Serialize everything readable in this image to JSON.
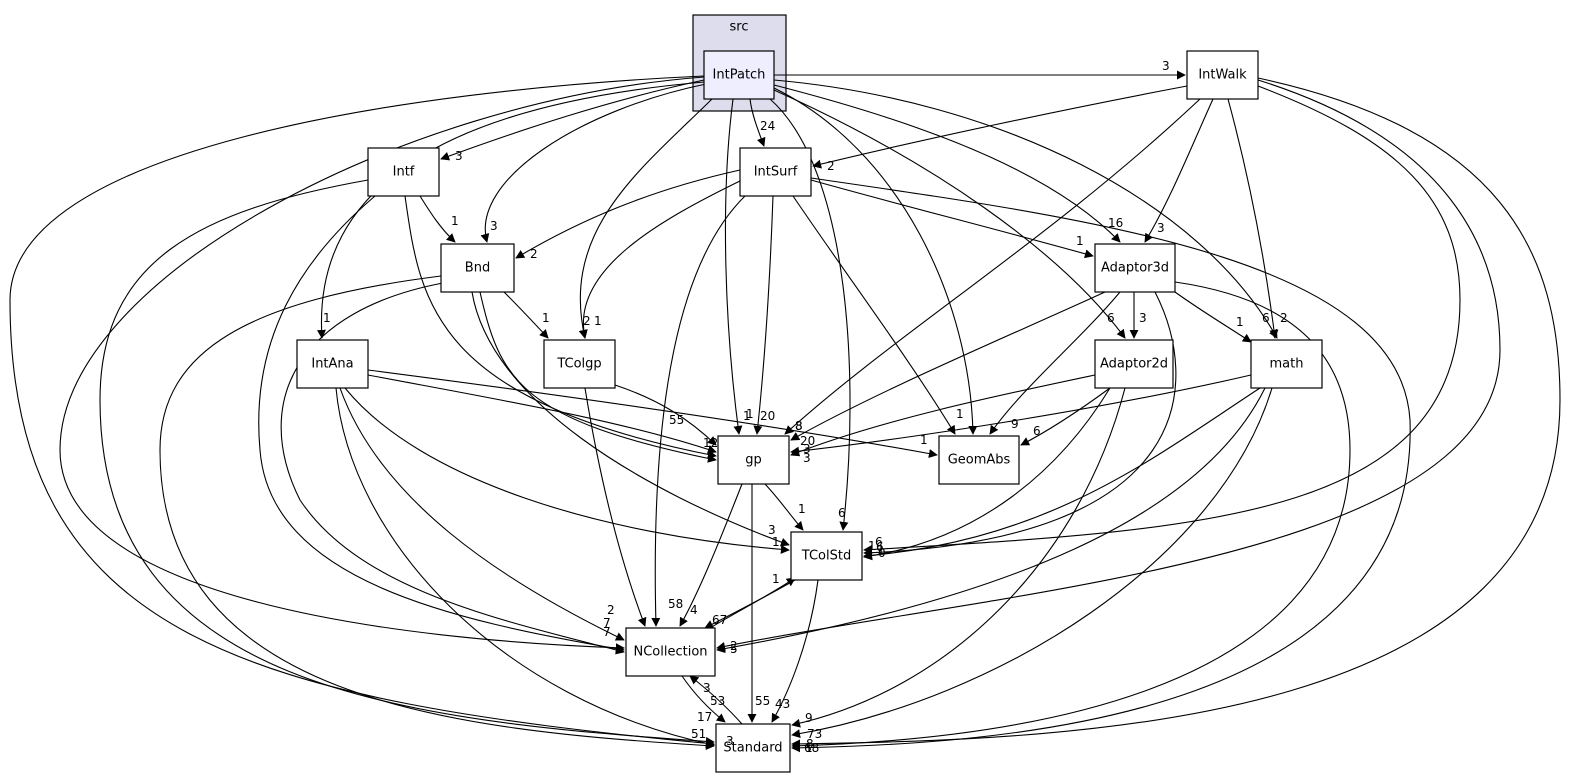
{
  "diagram": {
    "cluster": {
      "label": "src"
    },
    "nodes": [
      {
        "id": "IntPatch",
        "label": "IntPatch",
        "focus": true
      },
      {
        "id": "IntWalk",
        "label": "IntWalk"
      },
      {
        "id": "Intf",
        "label": "Intf"
      },
      {
        "id": "IntSurf",
        "label": "IntSurf"
      },
      {
        "id": "Bnd",
        "label": "Bnd"
      },
      {
        "id": "Adaptor3d",
        "label": "Adaptor3d"
      },
      {
        "id": "IntAna",
        "label": "IntAna"
      },
      {
        "id": "TColgp",
        "label": "TColgp"
      },
      {
        "id": "Adaptor2d",
        "label": "Adaptor2d"
      },
      {
        "id": "math",
        "label": "math"
      },
      {
        "id": "gp",
        "label": "gp"
      },
      {
        "id": "GeomAbs",
        "label": "GeomAbs"
      },
      {
        "id": "TColStd",
        "label": "TColStd"
      },
      {
        "id": "NCollection",
        "label": "NCollection"
      },
      {
        "id": "Standard",
        "label": "Standard"
      }
    ],
    "edges": [
      {
        "from": "IntPatch",
        "to": "IntWalk",
        "label": "3"
      },
      {
        "from": "IntPatch",
        "to": "Intf",
        "label": "3"
      },
      {
        "from": "IntPatch",
        "to": "IntSurf",
        "label": "24"
      },
      {
        "from": "IntPatch",
        "to": "Bnd",
        "label": "3"
      },
      {
        "from": "IntPatch",
        "to": "IntAna",
        "label": "1"
      },
      {
        "from": "IntPatch",
        "to": "TColgp",
        "label": "2"
      },
      {
        "from": "IntPatch",
        "to": "gp",
        "label": "1"
      },
      {
        "from": "IntPatch",
        "to": "GeomAbs",
        "label": ""
      },
      {
        "from": "IntPatch",
        "to": "TColStd",
        "label": "6"
      },
      {
        "from": "IntPatch",
        "to": "Adaptor3d",
        "label": "16"
      },
      {
        "from": "IntPatch",
        "to": "Adaptor2d",
        "label": "6"
      },
      {
        "from": "IntPatch",
        "to": "math",
        "label": "6"
      },
      {
        "from": "IntPatch",
        "to": "NCollection",
        "label": ""
      },
      {
        "from": "IntPatch",
        "to": "Standard",
        "label": ""
      },
      {
        "from": "IntWalk",
        "to": "IntSurf",
        "label": "2"
      },
      {
        "from": "IntWalk",
        "to": "Adaptor3d",
        "label": "3"
      },
      {
        "from": "IntWalk",
        "to": "math",
        "label": "2"
      },
      {
        "from": "IntWalk",
        "to": "gp",
        "label": "8"
      },
      {
        "from": "IntWalk",
        "to": "TColStd",
        "label": ""
      },
      {
        "from": "IntWalk",
        "to": "NCollection",
        "label": ""
      },
      {
        "from": "IntWalk",
        "to": "Standard",
        "label": ""
      },
      {
        "from": "Intf",
        "to": "Bnd",
        "label": "1"
      },
      {
        "from": "Intf",
        "to": "gp",
        "label": ""
      },
      {
        "from": "Intf",
        "to": "NCollection",
        "label": ""
      },
      {
        "from": "Intf",
        "to": "Standard",
        "label": ""
      },
      {
        "from": "IntSurf",
        "to": "Bnd",
        "label": "2"
      },
      {
        "from": "IntSurf",
        "to": "Adaptor3d",
        "label": "1"
      },
      {
        "from": "IntSurf",
        "to": "TColgp",
        "label": "1"
      },
      {
        "from": "IntSurf",
        "to": "gp",
        "label": "20"
      },
      {
        "from": "IntSurf",
        "to": "GeomAbs",
        "label": "1"
      },
      {
        "from": "IntSurf",
        "to": "NCollection",
        "label": "58"
      },
      {
        "from": "IntSurf",
        "to": "Standard",
        "label": ""
      },
      {
        "from": "Bnd",
        "to": "TColgp",
        "label": "1"
      },
      {
        "from": "Bnd",
        "to": "gp",
        "label": ""
      },
      {
        "from": "Bnd",
        "to": "TColStd",
        "label": ""
      },
      {
        "from": "Bnd",
        "to": "NCollection",
        "label": ""
      },
      {
        "from": "Bnd",
        "to": "Standard",
        "label": ""
      },
      {
        "from": "Adaptor3d",
        "to": "Adaptor2d",
        "label": "3"
      },
      {
        "from": "Adaptor3d",
        "to": "math",
        "label": "1"
      },
      {
        "from": "Adaptor3d",
        "to": "gp",
        "label": "20"
      },
      {
        "from": "Adaptor3d",
        "to": "GeomAbs",
        "label": "9"
      },
      {
        "from": "Adaptor3d",
        "to": "TColStd",
        "label": ""
      },
      {
        "from": "Adaptor3d",
        "to": "Standard",
        "label": ""
      },
      {
        "from": "IntAna",
        "to": "gp",
        "label": ""
      },
      {
        "from": "IntAna",
        "to": "GeomAbs",
        "label": ""
      },
      {
        "from": "IntAna",
        "to": "TColStd",
        "label": "3"
      },
      {
        "from": "IntAna",
        "to": "NCollection",
        "label": "2"
      },
      {
        "from": "IntAna",
        "to": "Standard",
        "label": ""
      },
      {
        "from": "TColgp",
        "to": "gp",
        "label": "55"
      },
      {
        "from": "TColgp",
        "to": "NCollection",
        "label": ""
      },
      {
        "from": "Adaptor2d",
        "to": "gp",
        "label": ""
      },
      {
        "from": "Adaptor2d",
        "to": "GeomAbs",
        "label": "6"
      },
      {
        "from": "Adaptor2d",
        "to": "TColStd",
        "label": ""
      },
      {
        "from": "Adaptor2d",
        "to": "Standard",
        "label": "9"
      },
      {
        "from": "math",
        "to": "gp",
        "label": ""
      },
      {
        "from": "math",
        "to": "TColStd",
        "label": ""
      },
      {
        "from": "math",
        "to": "NCollection",
        "label": ""
      },
      {
        "from": "math",
        "to": "Standard",
        "label": "73"
      },
      {
        "from": "gp",
        "to": "TColStd",
        "label": "1"
      },
      {
        "from": "gp",
        "to": "NCollection",
        "label": "4"
      },
      {
        "from": "gp",
        "to": "Standard",
        "label": "55"
      },
      {
        "from": "TColStd",
        "to": "NCollection",
        "label": "67"
      },
      {
        "from": "TColStd",
        "to": "Standard",
        "label": "43"
      },
      {
        "from": "NCollection",
        "to": "TColStd",
        "label": "1"
      },
      {
        "from": "NCollection",
        "to": "Standard",
        "label": "3"
      },
      {
        "from": "Standard",
        "to": "NCollection",
        "label": "53"
      }
    ],
    "extra_labels": [
      "1",
      "12",
      "3",
      "3",
      "1",
      "8",
      "6",
      "1",
      "17",
      "51",
      "7",
      "7",
      "5",
      "2",
      "1",
      "68",
      "1",
      "6",
      "3",
      "8",
      "0",
      "1"
    ]
  }
}
